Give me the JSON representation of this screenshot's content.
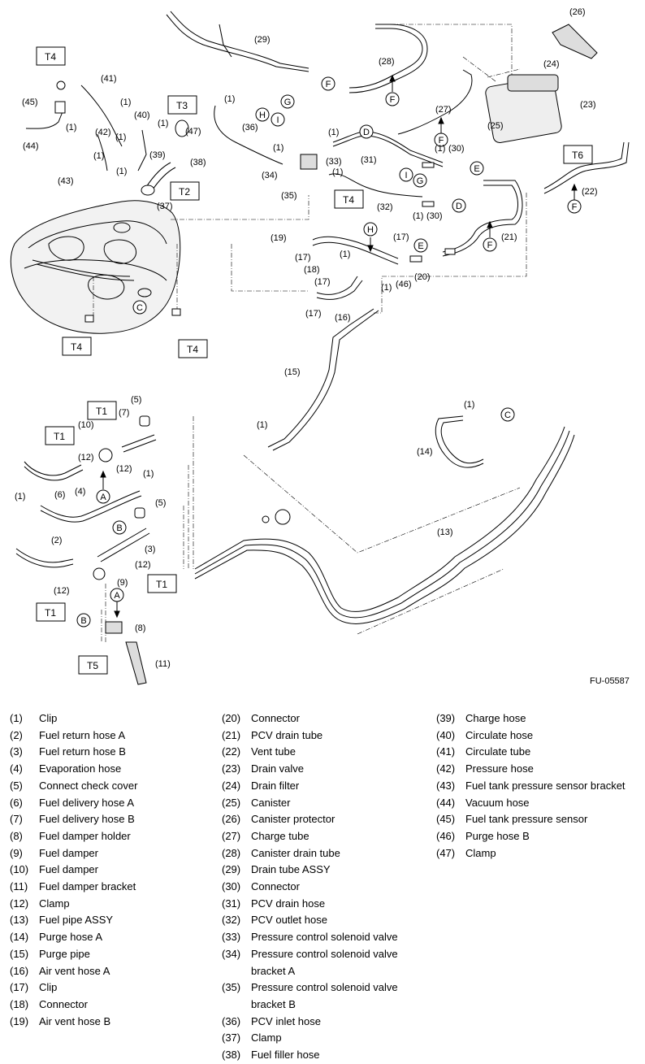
{
  "figure_code": "FU-05587",
  "diagram": {
    "torque_boxes": [
      "T4",
      "T3",
      "T2",
      "T4",
      "T4",
      "T4",
      "T6",
      "T1",
      "T1",
      "T1",
      "T1",
      "T5"
    ],
    "circle_letters": [
      "A",
      "B",
      "C",
      "D",
      "E",
      "F",
      "G",
      "H",
      "I"
    ],
    "callouts": [
      "(1)",
      "(2)",
      "(3)",
      "(4)",
      "(5)",
      "(6)",
      "(7)",
      "(8)",
      "(9)",
      "(10)",
      "(11)",
      "(12)",
      "(13)",
      "(14)",
      "(15)",
      "(16)",
      "(17)",
      "(18)",
      "(19)",
      "(20)",
      "(21)",
      "(22)",
      "(23)",
      "(24)",
      "(25)",
      "(26)",
      "(27)",
      "(28)",
      "(29)",
      "(30)",
      "(31)",
      "(32)",
      "(33)",
      "(34)",
      "(35)",
      "(36)",
      "(37)",
      "(38)",
      "(39)",
      "(40)",
      "(41)",
      "(42)",
      "(43)",
      "(44)",
      "(45)",
      "(46)",
      "(47)"
    ]
  },
  "legend": [
    {
      "num": "(1)",
      "name": "Clip"
    },
    {
      "num": "(2)",
      "name": "Fuel return hose A"
    },
    {
      "num": "(3)",
      "name": "Fuel return hose B"
    },
    {
      "num": "(4)",
      "name": "Evaporation hose"
    },
    {
      "num": "(5)",
      "name": "Connect check cover"
    },
    {
      "num": "(6)",
      "name": "Fuel delivery hose A"
    },
    {
      "num": "(7)",
      "name": "Fuel delivery hose B"
    },
    {
      "num": "(8)",
      "name": "Fuel damper holder"
    },
    {
      "num": "(9)",
      "name": "Fuel damper"
    },
    {
      "num": "(10)",
      "name": "Fuel damper"
    },
    {
      "num": "(11)",
      "name": "Fuel damper bracket"
    },
    {
      "num": "(12)",
      "name": "Clamp"
    },
    {
      "num": "(13)",
      "name": "Fuel pipe ASSY"
    },
    {
      "num": "(14)",
      "name": "Purge hose A"
    },
    {
      "num": "(15)",
      "name": "Purge pipe"
    },
    {
      "num": "(16)",
      "name": "Air vent hose A"
    },
    {
      "num": "(17)",
      "name": "Clip"
    },
    {
      "num": "(18)",
      "name": "Connector"
    },
    {
      "num": "(19)",
      "name": "Air vent hose B"
    },
    {
      "num": "(20)",
      "name": "Connector"
    },
    {
      "num": "(21)",
      "name": "PCV drain tube"
    },
    {
      "num": "(22)",
      "name": "Vent tube"
    },
    {
      "num": "(23)",
      "name": "Drain valve"
    },
    {
      "num": "(24)",
      "name": "Drain filter"
    },
    {
      "num": "(25)",
      "name": "Canister"
    },
    {
      "num": "(26)",
      "name": "Canister protector"
    },
    {
      "num": "(27)",
      "name": "Charge tube"
    },
    {
      "num": "(28)",
      "name": "Canister drain tube"
    },
    {
      "num": "(29)",
      "name": "Drain tube ASSY"
    },
    {
      "num": "(30)",
      "name": "Connector"
    },
    {
      "num": "(31)",
      "name": "PCV drain hose"
    },
    {
      "num": "(32)",
      "name": "PCV outlet hose"
    },
    {
      "num": "(33)",
      "name": "Pressure control solenoid valve"
    },
    {
      "num": "(34)",
      "name": "Pressure control solenoid valve bracket A"
    },
    {
      "num": "(35)",
      "name": "Pressure control solenoid valve bracket B"
    },
    {
      "num": "(36)",
      "name": "PCV inlet hose"
    },
    {
      "num": "(37)",
      "name": "Clamp"
    },
    {
      "num": "(38)",
      "name": "Fuel filler hose"
    },
    {
      "num": "(39)",
      "name": "Charge hose"
    },
    {
      "num": "(40)",
      "name": "Circulate hose"
    },
    {
      "num": "(41)",
      "name": "Circulate tube"
    },
    {
      "num": "(42)",
      "name": "Pressure hose"
    },
    {
      "num": "(43)",
      "name": "Fuel tank pressure sensor bracket"
    },
    {
      "num": "(44)",
      "name": "Vacuum hose"
    },
    {
      "num": "(45)",
      "name": "Fuel tank pressure sensor"
    },
    {
      "num": "(46)",
      "name": "Purge hose B"
    },
    {
      "num": "(47)",
      "name": "Clamp"
    }
  ]
}
